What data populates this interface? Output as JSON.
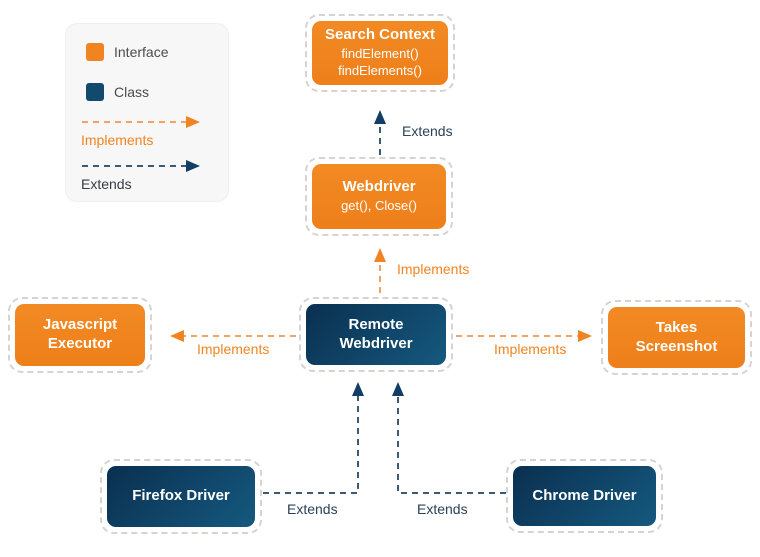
{
  "colors": {
    "interface_orange": "#F08420",
    "class_navy": "#0E3D60",
    "dashed_border_gray": "#D6D3D0",
    "legend_background": "#F7F7F7",
    "extends_label": "#2B4257"
  },
  "legend": {
    "interface_label": "Interface",
    "class_label": "Class",
    "implements_label": "Implements",
    "extends_label": "Extends"
  },
  "nodes": {
    "search_context": {
      "title": "Search Context",
      "method_1": "findElement()",
      "method_2": "findElements()"
    },
    "webdriver": {
      "title": "Webdriver",
      "methods": "get(), Close()"
    },
    "remote_webdriver": {
      "title": "Remote Webdriver"
    },
    "javascript_executor": {
      "title": "Javascript Executor"
    },
    "takes_screenshot": {
      "title": "Takes Screenshot"
    },
    "firefox_driver": {
      "title": "Firefox Driver"
    },
    "chrome_driver": {
      "title": "Chrome Driver"
    }
  },
  "edge_labels": {
    "webdriver_to_searchcontext": "Extends",
    "remote_to_webdriver": "Implements",
    "remote_to_javascript_executor": "Implements",
    "remote_to_takes_screenshot": "Implements",
    "firefox_to_remote": "Extends",
    "chrome_to_remote": "Extends"
  }
}
